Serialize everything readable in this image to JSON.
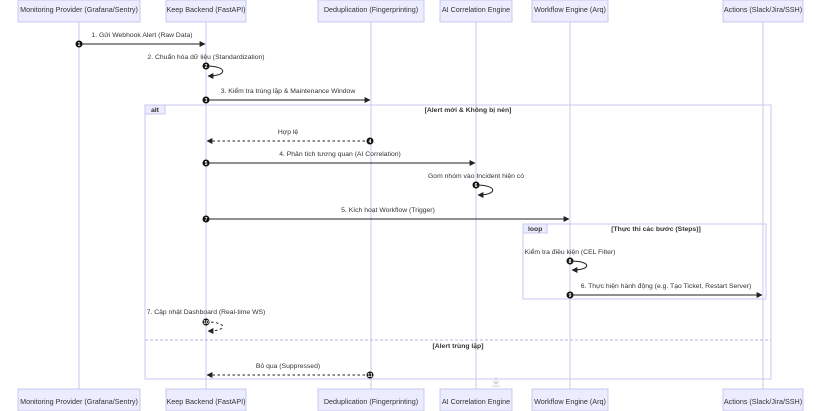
{
  "actors": [
    {
      "id": "monitor",
      "label": "Monitoring Provider (Grafana/Sentry)"
    },
    {
      "id": "keep",
      "label": "Keep Backend (FastAPI)"
    },
    {
      "id": "dedup",
      "label": "Deduplication (Fingerprinting)"
    },
    {
      "id": "ai",
      "label": "AI Correlation Engine"
    },
    {
      "id": "workflow",
      "label": "Workflow Engine (Arq)"
    },
    {
      "id": "actions",
      "label": "Actions (Slack/Jira/SSH)"
    }
  ],
  "messages": [
    {
      "from": "monitor",
      "to": "keep",
      "text": "1. Gửi Webhook Alert (Raw Data)",
      "style": "solid",
      "seq": 1
    },
    {
      "from": "keep",
      "to": "keep",
      "text": "2. Chuẩn hóa dữ liệu (Standardization)",
      "style": "solid",
      "seq": 2
    },
    {
      "from": "keep",
      "to": "dedup",
      "text": "3. Kiểm tra trùng lặp & Maintenance Window",
      "style": "solid",
      "seq": 3
    },
    {
      "from": "dedup",
      "to": "keep",
      "text": "Hợp lệ",
      "style": "dotted",
      "seq": 4
    },
    {
      "from": "keep",
      "to": "ai",
      "text": "4. Phân tích tương quan (AI Correlation)",
      "style": "solid",
      "seq": 5
    },
    {
      "from": "ai",
      "to": "ai",
      "text": "Gom nhóm vào Incident hiện có",
      "style": "solid",
      "seq": 6
    },
    {
      "from": "keep",
      "to": "workflow",
      "text": "5. Kích hoạt Workflow (Trigger)",
      "style": "solid",
      "seq": 7
    },
    {
      "from": "workflow",
      "to": "workflow",
      "text": "Kiểm tra điều kiện (CEL Filter)",
      "style": "solid",
      "seq": 8
    },
    {
      "from": "workflow",
      "to": "actions",
      "text": "6. Thực hiện hành động (e.g. Tạo Ticket, Restart Server)",
      "style": "solid",
      "seq": 9
    },
    {
      "from": "keep",
      "to": "keep",
      "text": "7. Cập nhật Dashboard (Real-time WS)",
      "style": "dotted",
      "seq": 10
    },
    {
      "from": "dedup",
      "to": "keep",
      "text": "Bỏ qua (Suppressed)",
      "style": "dotted",
      "seq": 11
    }
  ],
  "frames": [
    {
      "kind": "alt",
      "condition": "[Alert mới & Không bị nén]",
      "else_condition": "[Alert trùng lặp]"
    },
    {
      "kind": "loop",
      "condition": "[Thực thi các bước (Steps)]"
    }
  ]
}
